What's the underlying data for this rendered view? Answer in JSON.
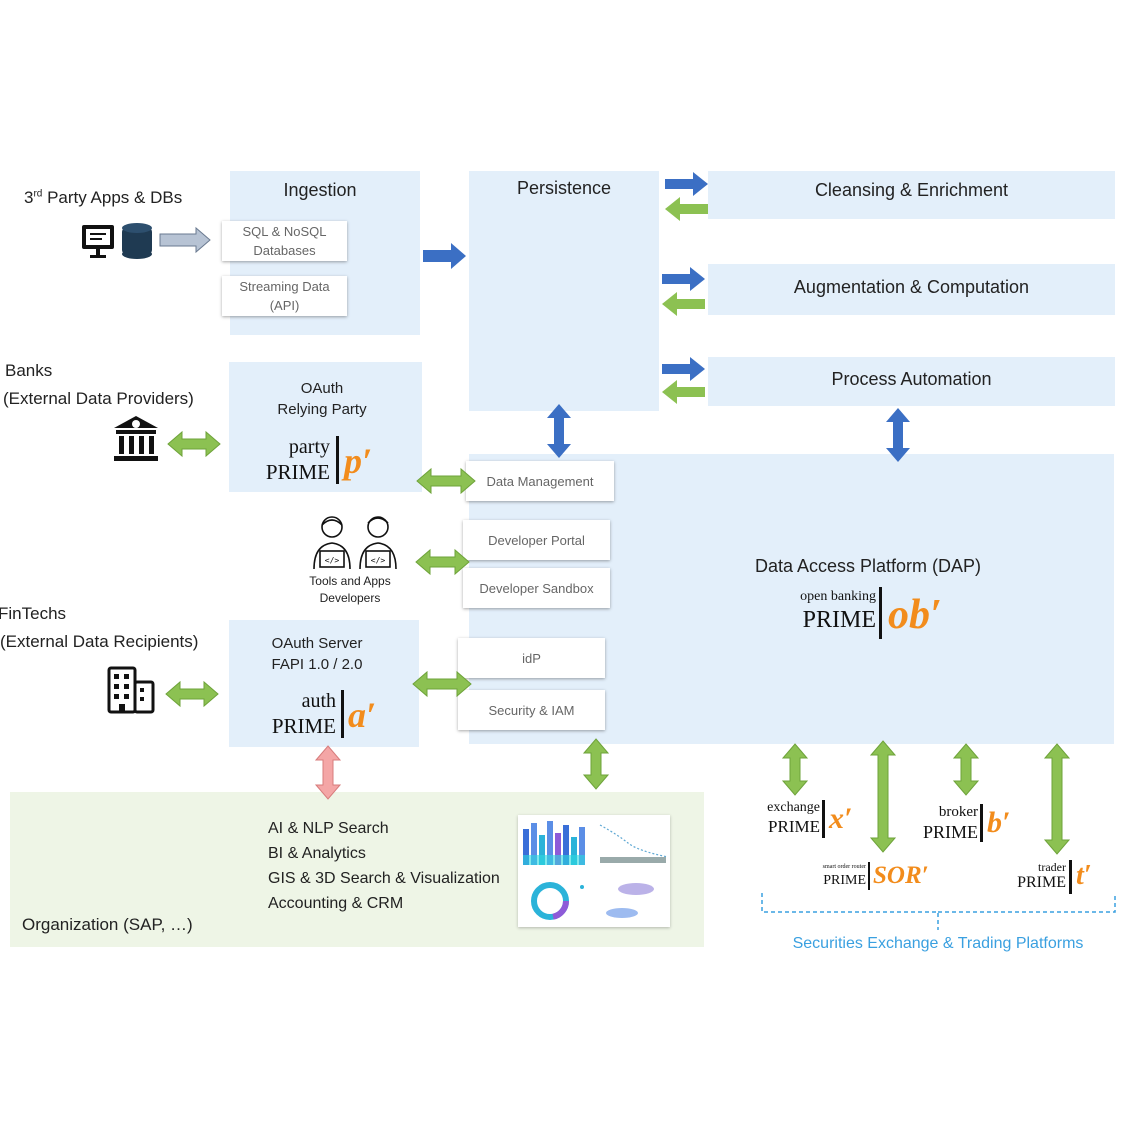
{
  "sources": {
    "third_party": {
      "title": "3",
      "sup": "rd",
      "rest": " Party Apps & DBs"
    },
    "banks": {
      "line1": "Banks",
      "line2": "(External Data Providers)"
    },
    "fintechs": {
      "line1": "FinTechs",
      "line2": "(External Data Recipients)"
    },
    "developers": {
      "line1": "Tools and Apps",
      "line2": "Developers"
    }
  },
  "ingestion": {
    "title": "Ingestion",
    "sql": {
      "line1": "SQL & NoSQL",
      "line2": "Databases"
    },
    "streaming": {
      "line1": "Streaming Data",
      "line2": "(API)"
    }
  },
  "persistence": {
    "title": "Persistence"
  },
  "right_boxes": {
    "cleansing": "Cleansing & Enrichment",
    "augmentation": "Augmentation & Computation",
    "automation": "Process Automation"
  },
  "oauth_rp": {
    "line1": "OAuth",
    "line2": "Relying Party",
    "logo": {
      "small": "party",
      "prime": "PRIME",
      "mark": "p′"
    }
  },
  "oauth_server": {
    "line1": "OAuth Server",
    "line2": "FAPI 1.0 / 2.0",
    "logo": {
      "small": "auth",
      "prime": "PRIME",
      "mark": "a′"
    }
  },
  "dap": {
    "title": "Data Access Platform (DAP)",
    "logo": {
      "small": "open banking",
      "prime": "PRIME",
      "mark": "ob′"
    },
    "cards": {
      "data_management": "Data Management",
      "developer_portal": "Developer Portal",
      "developer_sandbox": "Developer Sandbox",
      "idp": "idP",
      "security_iam": "Security & IAM"
    }
  },
  "organization": {
    "label": "Organization (SAP, …)",
    "items": [
      "AI  & NLP Search",
      "BI & Analytics",
      "GIS & 3D Search & Visualization",
      "Accounting & CRM"
    ]
  },
  "trading": {
    "label": "Securities Exchange & Trading Platforms",
    "exchange": {
      "small": "exchange",
      "prime": "PRIME",
      "mark": "x′"
    },
    "broker": {
      "small": "broker",
      "prime": "PRIME",
      "mark": "b′"
    },
    "sor": {
      "small": "smart order router",
      "prime": "PRIME",
      "mark": "SOR′"
    },
    "trader": {
      "small": "trader",
      "prime": "PRIME",
      "mark": "t′"
    }
  },
  "colors": {
    "box": "#e3effa",
    "org_box": "#eef5e6",
    "blue_arrow": "#3b6fc4",
    "green_arrow": "#8cc152",
    "pink_arrow": "#f4a6a6",
    "accent_orange": "#f28c1c",
    "trading_label": "#3aa0e0"
  }
}
